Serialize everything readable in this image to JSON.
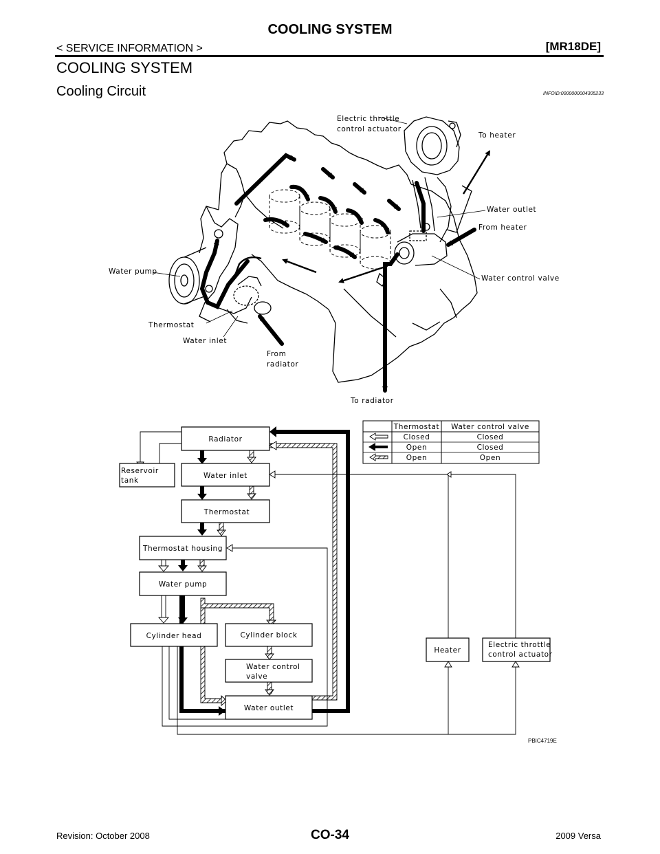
{
  "header": {
    "title": "COOLING SYSTEM",
    "section": "< SERVICE INFORMATION >",
    "model": "[MR18DE]"
  },
  "section_title": "COOLING SYSTEM",
  "subsection": {
    "title": "Cooling Circuit",
    "info_id": "INFOID:0000000004305233"
  },
  "engine_labels": {
    "throttle": [
      "Electric throttle",
      "control actuator"
    ],
    "to_heater": "To heater",
    "water_outlet": "Water outlet",
    "from_heater": "From heater",
    "water_pump": "Water pump",
    "water_control_valve": "Water control valve",
    "thermostat": "Thermostat",
    "water_inlet": "Water inlet",
    "from_radiator": [
      "From",
      "radiator"
    ],
    "to_radiator": "To radiator"
  },
  "legend": {
    "headers": [
      "Thermostat",
      "Water control valve"
    ],
    "rows": [
      {
        "arrow": "hollow-arrow-icon",
        "thermostat": "Closed",
        "valve": "Closed"
      },
      {
        "arrow": "solid-arrow-icon",
        "thermostat": "Open",
        "valve": "Closed"
      },
      {
        "arrow": "hatched-arrow-icon",
        "thermostat": "Open",
        "valve": "Open"
      }
    ]
  },
  "flow_boxes": {
    "radiator": "Radiator",
    "reservoir": [
      "Reservoir",
      "tank"
    ],
    "water_inlet": "Water inlet",
    "thermostat": "Thermostat",
    "thermostat_housing": "Thermostat housing",
    "water_pump": "Water pump",
    "cylinder_head": "Cylinder head",
    "cylinder_block": "Cylinder block",
    "water_control_valve": [
      "Water control",
      "valve"
    ],
    "water_outlet": "Water outlet",
    "heater": "Heater",
    "throttle": [
      "Electric throttle",
      "control actuator"
    ]
  },
  "figure_id": "PBIC4719E",
  "footer": {
    "revision": "Revision: October 2008",
    "page": "CO-34",
    "model": "2009 Versa"
  }
}
